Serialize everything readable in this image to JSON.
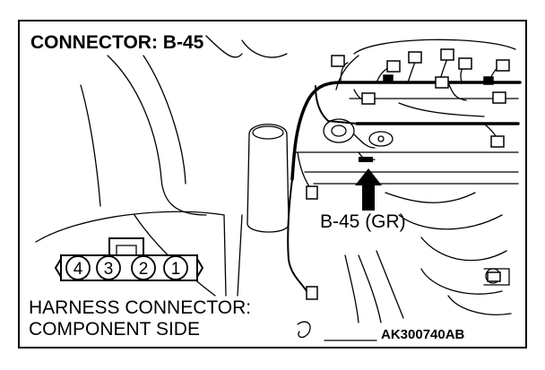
{
  "diagram": {
    "title": "CONNECTOR: B-45",
    "callout": "B-45 (GR)",
    "harness_line1": "HARNESS CONNECTOR:",
    "harness_line2": "COMPONENT SIDE",
    "figure_code": "AK300740AB",
    "pins": [
      "4",
      "3",
      "2",
      "1"
    ]
  }
}
